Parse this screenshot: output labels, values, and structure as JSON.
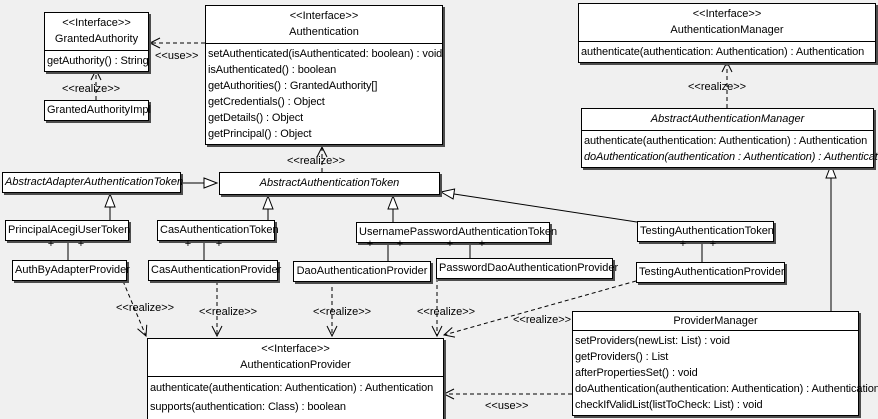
{
  "labels": {
    "use": "<<use>>",
    "realize": "<<realize>>"
  },
  "plus": "+",
  "classes": {
    "granted_authority": {
      "stereotype": "<<Interface>>",
      "name": "GrantedAuthority",
      "methods": [
        "getAuthority() : String"
      ]
    },
    "granted_authority_impl": {
      "name": "GrantedAuthorityImpl"
    },
    "authentication": {
      "stereotype": "<<Interface>>",
      "name": "Authentication",
      "methods": [
        "setAuthenticated(isAuthenticated: boolean) : void",
        "isAuthenticated() : boolean",
        "getAuthorities() : GrantedAuthority[]",
        "getCredentials() : Object",
        "getDetails() : Object",
        "getPrincipal() : Object"
      ]
    },
    "authentication_manager": {
      "stereotype": "<<Interface>>",
      "name": "AuthenticationManager",
      "methods": [
        "authenticate(authentication: Authentication) : Authentication"
      ]
    },
    "abstract_authentication_manager": {
      "name": "AbstractAuthenticationManager",
      "methods": [
        "authenticate(authentication: Authentication) : Authentication",
        "doAuthentication(authentication : Authentication) : Authentication"
      ]
    },
    "abstract_adapter_authentication_token": {
      "name": "AbstractAdapterAuthenticationToken"
    },
    "abstract_authentication_token": {
      "name": "AbstractAuthenticationToken"
    },
    "principal_acegi_user_token": {
      "name": "PrincipalAcegiUserToken"
    },
    "cas_authentication_token": {
      "name": "CasAuthenticationToken"
    },
    "username_password_authentication_token": {
      "name": "UsernamePasswordAuthenticationToken"
    },
    "testing_authentication_token": {
      "name": "TestingAuthenticationToken"
    },
    "auth_by_adapter_provider": {
      "name": "AuthByAdapterProvider"
    },
    "cas_authentication_provider": {
      "name": "CasAuthenticationProvider"
    },
    "dao_authentication_provider": {
      "name": "DaoAuthenticationProvider"
    },
    "password_dao_authentication_provider": {
      "name": "PasswordDaoAuthenticationProvider"
    },
    "testing_authentication_provider": {
      "name": "TestingAuthenticationProvider"
    },
    "authentication_provider": {
      "stereotype": "<<Interface>>",
      "name": "AuthenticationProvider",
      "methods": [
        "authenticate(authentication: Authentication) : Authentication",
        "supports(authentication: Class) : boolean"
      ]
    },
    "provider_manager": {
      "name": "ProviderManager",
      "methods": [
        "setProviders(newList: List) : void",
        "getProviders() : List",
        "afterPropertiesSet() : void",
        "doAuthentication(authentication: Authentication) : Authentication",
        "checkIfValidList(listToCheck: List) : void"
      ]
    }
  }
}
